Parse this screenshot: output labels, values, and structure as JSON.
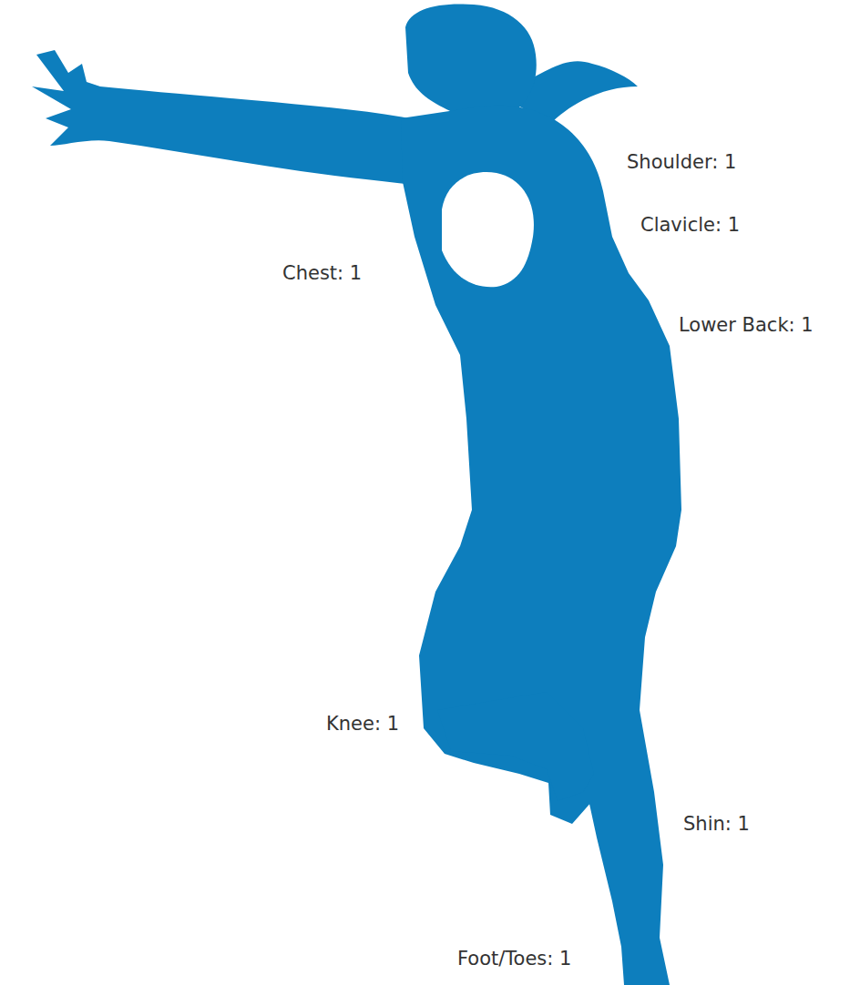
{
  "diagram": {
    "labels": [
      "Shoulder: 1",
      "Clavicle: 1",
      "Chest: 1",
      "Lower Back: 1",
      "Knee: 1",
      "Shin: 1",
      "Foot/Toes: 1"
    ]
  }
}
